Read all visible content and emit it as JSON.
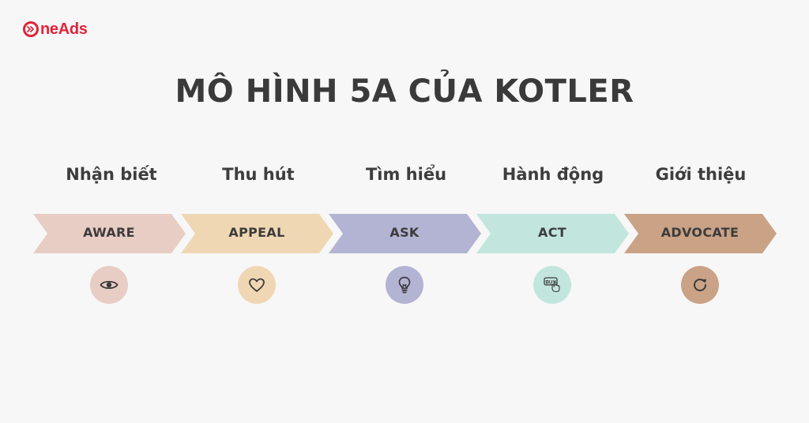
{
  "logo": {
    "text": "neAds"
  },
  "title": "MÔ HÌNH 5A CỦA KOTLER",
  "steps": [
    {
      "label": "Nhận biết",
      "stage": "AWARE",
      "color": "#e8cdc4",
      "icon": "eye-icon"
    },
    {
      "label": "Thu hút",
      "stage": "APPEAL",
      "color": "#f0d7b3",
      "icon": "heart-icon"
    },
    {
      "label": "Tìm hiểu",
      "stage": "ASK",
      "color": "#b3b3d4",
      "icon": "lightbulb-icon"
    },
    {
      "label": "Hành động",
      "stage": "ACT",
      "color": "#c2e6dd",
      "icon": "buy-icon"
    },
    {
      "label": "Giới thiệu",
      "stage": "ADVOCATE",
      "color": "#caa286",
      "icon": "refresh-icon"
    }
  ]
}
